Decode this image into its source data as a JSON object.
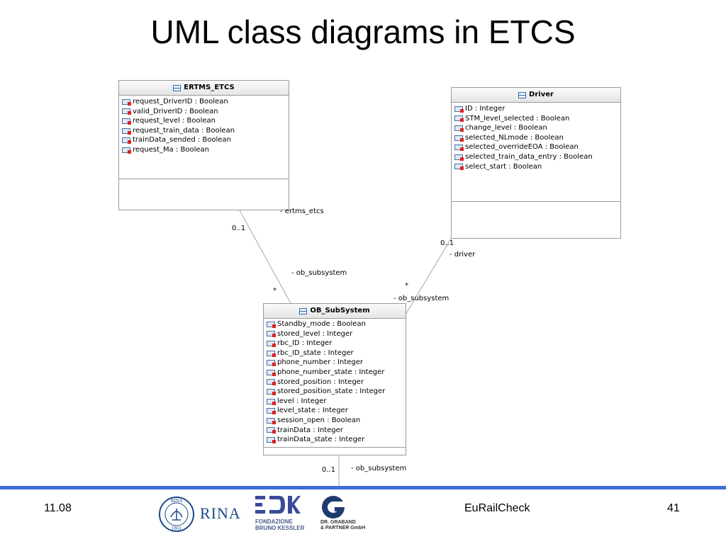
{
  "title": "UML class diagrams in ETCS",
  "classes": {
    "ertms": {
      "name": "ERTMS_ETCS",
      "attributes": [
        "request_DriverID : Boolean",
        "valid_DriverID : Boolean",
        "request_level : Boolean",
        "request_train_data : Boolean",
        "trainData_sended : Boolean",
        "request_Ma : Boolean"
      ]
    },
    "driver": {
      "name": "Driver",
      "attributes": [
        "ID : Integer",
        "STM_level_selected : Boolean",
        "change_level : Boolean",
        "selected_NLmode : Boolean",
        "selected_overrideEOA : Boolean",
        "selected_train_data_entry : Boolean",
        "select_start : Boolean"
      ]
    },
    "obs": {
      "name": "OB_SubSystem",
      "attributes": [
        "Standby_mode : Boolean",
        "stored_level : Integer",
        "rbc_ID : Integer",
        "rbc_ID_state : Integer",
        "phone_number : Integer",
        "phone_number_state : Integer",
        "stored_position : Integer",
        "stored_position_state : Integer",
        "level : Integer",
        "level_state : Integer",
        "session_open : Boolean",
        "trainData : Integer",
        "trainData_state : Integer"
      ]
    }
  },
  "associations": {
    "ertms_role": "- ertms_etcs",
    "ertms_mult": "0..1",
    "obs_role_left": "- ob_subsystem",
    "obs_mult_left": "*",
    "driver_mult": "0..1",
    "driver_role": "- driver",
    "obs_mult_right": "*",
    "obs_role_right": "- ob_subsystem",
    "bottom_mult": "0..1",
    "bottom_role": "- ob_subsystem"
  },
  "footer": {
    "date": "11.08",
    "center": "EuRailCheck",
    "page": "41",
    "rina_label": "RINA",
    "rina_seal_top": "RINA",
    "rina_seal_year": "1861",
    "fbk_line1": "FONDAZIONE",
    "fbk_line2": "BRUNO KESSLER",
    "gp_line1": "DR. GRABAND",
    "gp_line2": "& PARTNER GmbH"
  },
  "colors": {
    "footer_bar": "#3b6fd6",
    "attr_icon_accent": "#dd2222",
    "class_border": "#9a9a9a"
  }
}
